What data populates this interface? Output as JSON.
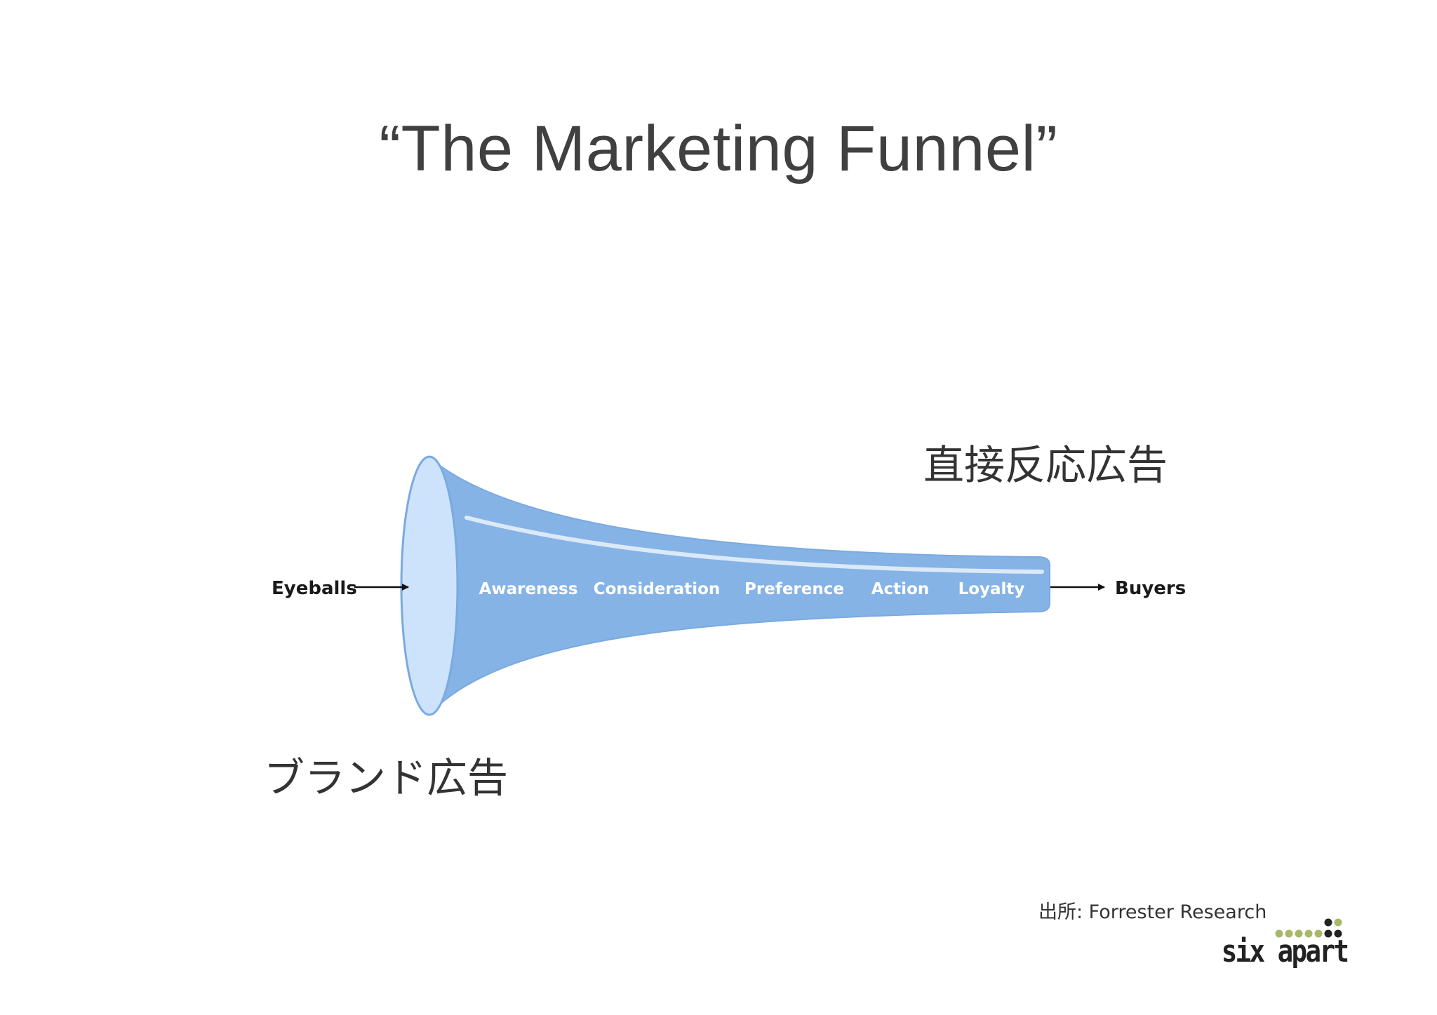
{
  "title": "“The Marketing Funnel”",
  "labels": {
    "top_jp": "直接反応広告",
    "bottom_jp": "ブランド広告"
  },
  "funnel": {
    "input": "Eyeballs",
    "output": "Buyers",
    "stages": [
      "Awareness",
      "Consideration",
      "Preference",
      "Action",
      "Loyalty"
    ]
  },
  "source": "出所: Forrester Research",
  "logo": {
    "text": "six apart",
    "icon": "six-apart-dots-icon"
  },
  "colors": {
    "funnel_body": "#85b3e6",
    "funnel_mouth": "#cce3fb",
    "funnel_outline": "#7aaae0",
    "highlight": "#dbe9f8",
    "logo_green": "#a6b86a",
    "logo_dark": "#222222"
  }
}
